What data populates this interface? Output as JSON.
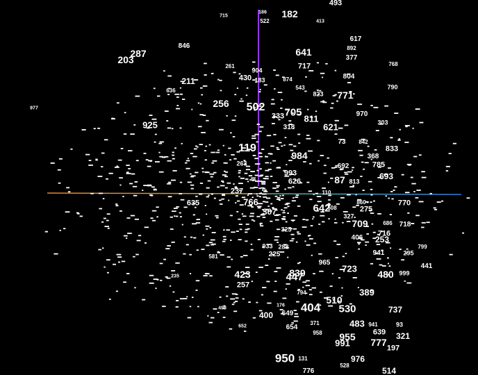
{
  "colors": {
    "background": "#000000",
    "label": "#ffffff",
    "x_axis_negative": "#e6862b",
    "x_axis_positive": "#2f7fe0",
    "y_axis": "#a43cff"
  },
  "labels": [
    {
      "text": "493"
    },
    {
      "text": "182"
    },
    {
      "text": "287"
    },
    {
      "text": "203"
    },
    {
      "text": "846"
    },
    {
      "text": "641"
    },
    {
      "text": "717"
    },
    {
      "text": "617"
    },
    {
      "text": "892"
    },
    {
      "text": "377"
    },
    {
      "text": "768"
    },
    {
      "text": "211"
    },
    {
      "text": "430"
    },
    {
      "text": "804"
    },
    {
      "text": "790"
    },
    {
      "text": "771"
    },
    {
      "text": "256"
    },
    {
      "text": "502"
    },
    {
      "text": "705"
    },
    {
      "text": "811"
    },
    {
      "text": "970"
    },
    {
      "text": "303"
    },
    {
      "text": "925"
    },
    {
      "text": "621"
    },
    {
      "text": "833"
    },
    {
      "text": "119"
    },
    {
      "text": "984"
    },
    {
      "text": "368"
    },
    {
      "text": "785"
    },
    {
      "text": "693"
    },
    {
      "text": "263"
    },
    {
      "text": "993"
    },
    {
      "text": "626"
    },
    {
      "text": "87"
    },
    {
      "text": "813"
    },
    {
      "text": "237"
    },
    {
      "text": "635"
    },
    {
      "text": "766"
    },
    {
      "text": "642"
    },
    {
      "text": "770"
    },
    {
      "text": "275"
    },
    {
      "text": "307"
    },
    {
      "text": "709"
    },
    {
      "text": "718"
    },
    {
      "text": "716"
    },
    {
      "text": "253"
    },
    {
      "text": "406"
    },
    {
      "text": "288"
    },
    {
      "text": "941"
    },
    {
      "text": "295"
    },
    {
      "text": "799"
    },
    {
      "text": "441"
    },
    {
      "text": "965"
    },
    {
      "text": "723"
    },
    {
      "text": "480"
    },
    {
      "text": "999"
    },
    {
      "text": "423"
    },
    {
      "text": "447"
    },
    {
      "text": "839"
    },
    {
      "text": "257"
    },
    {
      "text": "389"
    },
    {
      "text": "510"
    },
    {
      "text": "404"
    },
    {
      "text": "530"
    },
    {
      "text": "737"
    },
    {
      "text": "400"
    },
    {
      "text": "649"
    },
    {
      "text": "654"
    },
    {
      "text": "483"
    },
    {
      "text": "639"
    },
    {
      "text": "321"
    },
    {
      "text": "955"
    },
    {
      "text": "991"
    },
    {
      "text": "777"
    },
    {
      "text": "197"
    },
    {
      "text": "950"
    },
    {
      "text": "976"
    },
    {
      "text": "514"
    },
    {
      "text": "776"
    },
    {
      "text": "581"
    },
    {
      "text": "235"
    },
    {
      "text": "498"
    },
    {
      "text": "977"
    },
    {
      "text": "652"
    },
    {
      "text": "958"
    },
    {
      "text": "131"
    },
    {
      "text": "528"
    },
    {
      "text": "941"
    },
    {
      "text": "636"
    },
    {
      "text": "183"
    },
    {
      "text": "874"
    },
    {
      "text": "543"
    },
    {
      "text": "823"
    },
    {
      "text": "715"
    },
    {
      "text": "186"
    },
    {
      "text": "522"
    },
    {
      "text": "413"
    },
    {
      "text": "904"
    },
    {
      "text": "318"
    },
    {
      "text": "73"
    },
    {
      "text": "842"
    },
    {
      "text": "692"
    },
    {
      "text": "325"
    },
    {
      "text": "933"
    },
    {
      "text": "225"
    },
    {
      "text": "794"
    },
    {
      "text": "176"
    },
    {
      "text": "371"
    },
    {
      "text": "93"
    },
    {
      "text": "860"
    },
    {
      "text": "327"
    },
    {
      "text": "686"
    },
    {
      "text": "333"
    },
    {
      "text": "508"
    },
    {
      "text": "110"
    },
    {
      "text": "261"
    }
  ]
}
